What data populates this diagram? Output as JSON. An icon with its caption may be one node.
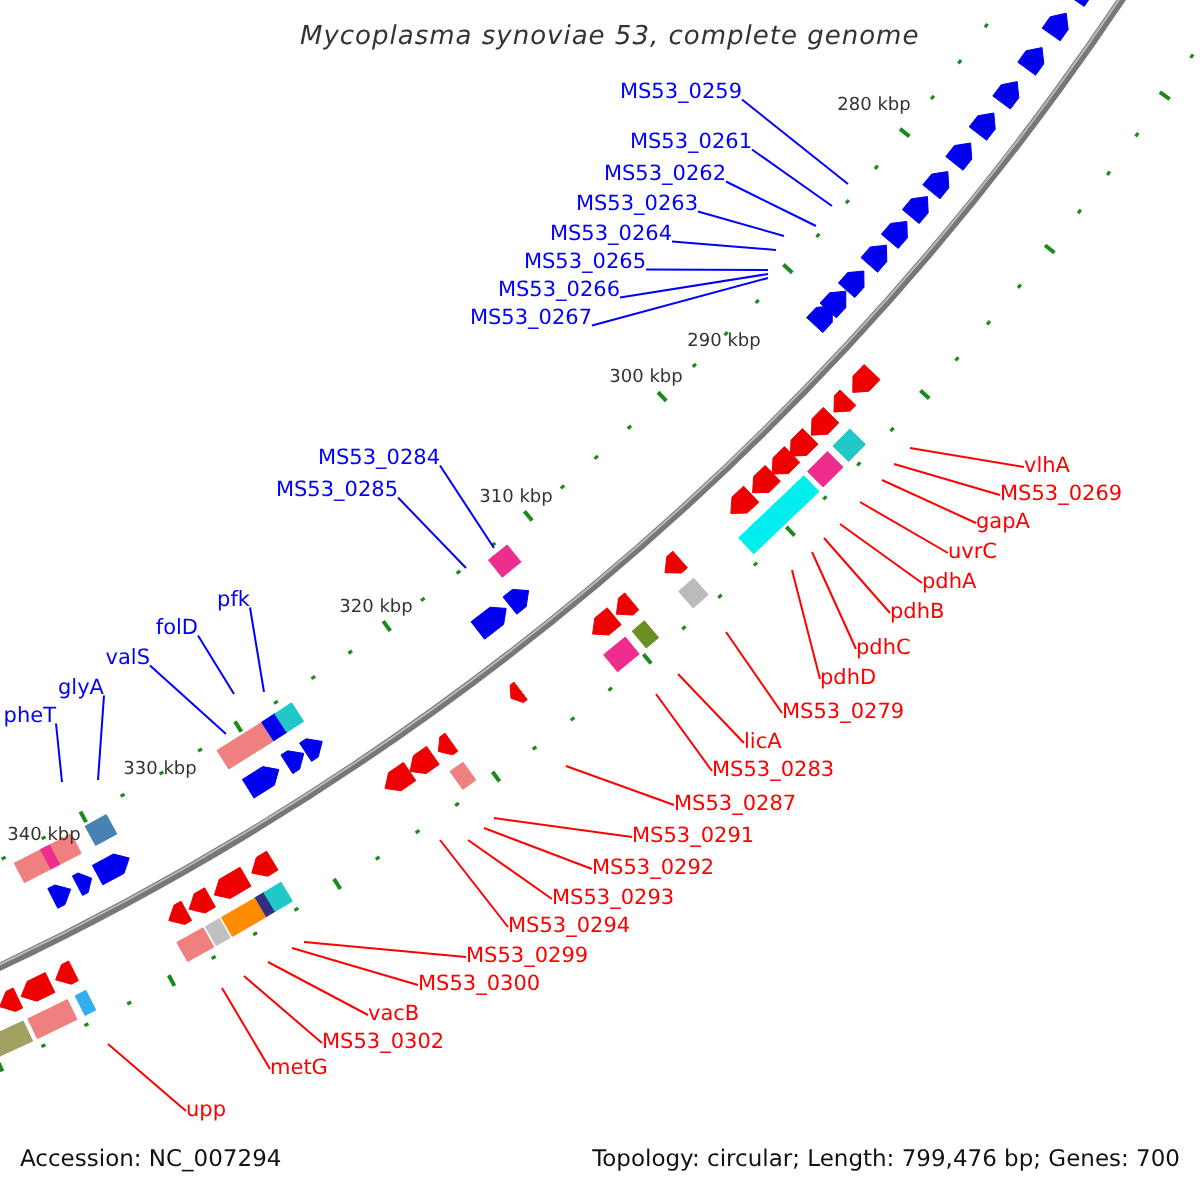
{
  "diagram": {
    "title": "Mycoplasma synoviae 53, complete genome",
    "nodes": [
      {
        "text": [
          "MS53_0259"
        ]
      },
      {
        "text": [
          "MS53_0261"
        ]
      },
      {
        "text": [
          "MS53_0262"
        ]
      },
      {
        "text": [
          "MS53_0263"
        ]
      },
      {
        "text": [
          "MS53_0264"
        ]
      },
      {
        "text": [
          "MS53_0265"
        ]
      },
      {
        "text": [
          "MS53_0266"
        ]
      },
      {
        "text": [
          "MS53_0267"
        ]
      },
      {
        "text": [
          "MS53_0284"
        ]
      },
      {
        "text": [
          "MS53_0285"
        ]
      },
      {
        "text": [
          "pfk"
        ]
      },
      {
        "text": [
          "folD"
        ]
      },
      {
        "text": [
          "valS"
        ]
      },
      {
        "text": [
          "glyA"
        ]
      },
      {
        "text": [
          "pheT"
        ]
      },
      {
        "text": [
          "vlhA"
        ]
      },
      {
        "text": [
          "MS53_0269"
        ]
      },
      {
        "text": [
          "gapA"
        ]
      },
      {
        "text": [
          "uvrC"
        ]
      },
      {
        "text": [
          "pdhA"
        ]
      },
      {
        "text": [
          "pdhB"
        ]
      },
      {
        "text": [
          "pdhC"
        ]
      },
      {
        "text": [
          "pdhD"
        ]
      },
      {
        "text": [
          "MS53_0279"
        ]
      },
      {
        "text": [
          "licA"
        ]
      },
      {
        "text": [
          "MS53_0283"
        ]
      },
      {
        "text": [
          "MS53_0287"
        ]
      },
      {
        "text": [
          "MS53_0291"
        ]
      },
      {
        "text": [
          "MS53_0292"
        ]
      },
      {
        "text": [
          "MS53_0293"
        ]
      },
      {
        "text": [
          "MS53_0294"
        ]
      },
      {
        "text": [
          "MS53_0299"
        ]
      },
      {
        "text": [
          "MS53_0300"
        ]
      },
      {
        "text": [
          "vacB"
        ]
      },
      {
        "text": [
          "MS53_0302"
        ]
      },
      {
        "text": [
          "metG"
        ]
      },
      {
        "text": [
          "upp"
        ]
      }
    ],
    "edges": [
      {
        "from": 0,
        "to": null,
        "arrow": "none",
        "color": "#0000ff"
      },
      {
        "from": 1,
        "to": null,
        "arrow": "none",
        "color": "#0000ff"
      },
      {
        "from": 2,
        "to": null,
        "arrow": "none",
        "color": "#0000ff"
      },
      {
        "from": 3,
        "to": null,
        "arrow": "none",
        "color": "#0000ff"
      },
      {
        "from": 4,
        "to": null,
        "arrow": "none",
        "color": "#0000ff"
      },
      {
        "from": 5,
        "to": null,
        "arrow": "none",
        "color": "#0000ff"
      },
      {
        "from": 6,
        "to": null,
        "arrow": "none",
        "color": "#0000ff"
      },
      {
        "from": 7,
        "to": null,
        "arrow": "none",
        "color": "#0000ff"
      },
      {
        "from": 8,
        "to": null,
        "arrow": "none",
        "color": "#0000ff"
      },
      {
        "from": 9,
        "to": null,
        "arrow": "none",
        "color": "#0000ff"
      },
      {
        "from": 10,
        "to": null,
        "arrow": "none",
        "color": "#0000ff"
      },
      {
        "from": 11,
        "to": null,
        "arrow": "none",
        "color": "#0000ff"
      },
      {
        "from": 12,
        "to": null,
        "arrow": "none",
        "color": "#0000ff"
      },
      {
        "from": 13,
        "to": null,
        "arrow": "none",
        "color": "#0000ff"
      },
      {
        "from": 14,
        "to": null,
        "arrow": "none",
        "color": "#0000ff"
      },
      {
        "from": 15,
        "to": null,
        "arrow": "none"
      },
      {
        "from": 16,
        "to": null,
        "arrow": "none"
      },
      {
        "from": 17,
        "to": null,
        "arrow": "none"
      },
      {
        "from": 18,
        "to": null,
        "arrow": "none"
      },
      {
        "from": 19,
        "to": null,
        "arrow": "none"
      },
      {
        "from": 20,
        "to": null,
        "arrow": "none"
      },
      {
        "from": 21,
        "to": null,
        "arrow": "none"
      },
      {
        "from": 22,
        "to": null,
        "arrow": "none"
      },
      {
        "from": 23,
        "to": null,
        "arrow": "none"
      },
      {
        "from": 24,
        "to": null,
        "arrow": "none"
      },
      {
        "from": 25,
        "to": null,
        "arrow": "none"
      },
      {
        "from": 26,
        "to": null,
        "arrow": "none"
      },
      {
        "from": 27,
        "to": null,
        "arrow": "none"
      },
      {
        "from": 28,
        "to": null,
        "arrow": "none"
      },
      {
        "from": 29,
        "to": null,
        "arrow": "none"
      },
      {
        "from": 30,
        "to": null,
        "arrow": "none"
      },
      {
        "from": 31,
        "to": null,
        "arrow": "none"
      },
      {
        "from": 32,
        "to": null,
        "arrow": "none"
      },
      {
        "from": 33,
        "to": null,
        "arrow": "none"
      },
      {
        "from": 34,
        "to": null,
        "arrow": "none"
      },
      {
        "from": 35,
        "to": null,
        "arrow": "none"
      },
      {
        "from": 36,
        "to": null,
        "arrow": "none"
      }
    ],
    "labels": [
      "280 kbp",
      "290 kbp",
      "300 kbp",
      "310 kbp",
      "320 kbp",
      "330 kbp",
      "340 kbp",
      "Accession: NC_007294",
      "Topology: circular; Length: 799,476 bp; Genes: 700"
    ]
  }
}
